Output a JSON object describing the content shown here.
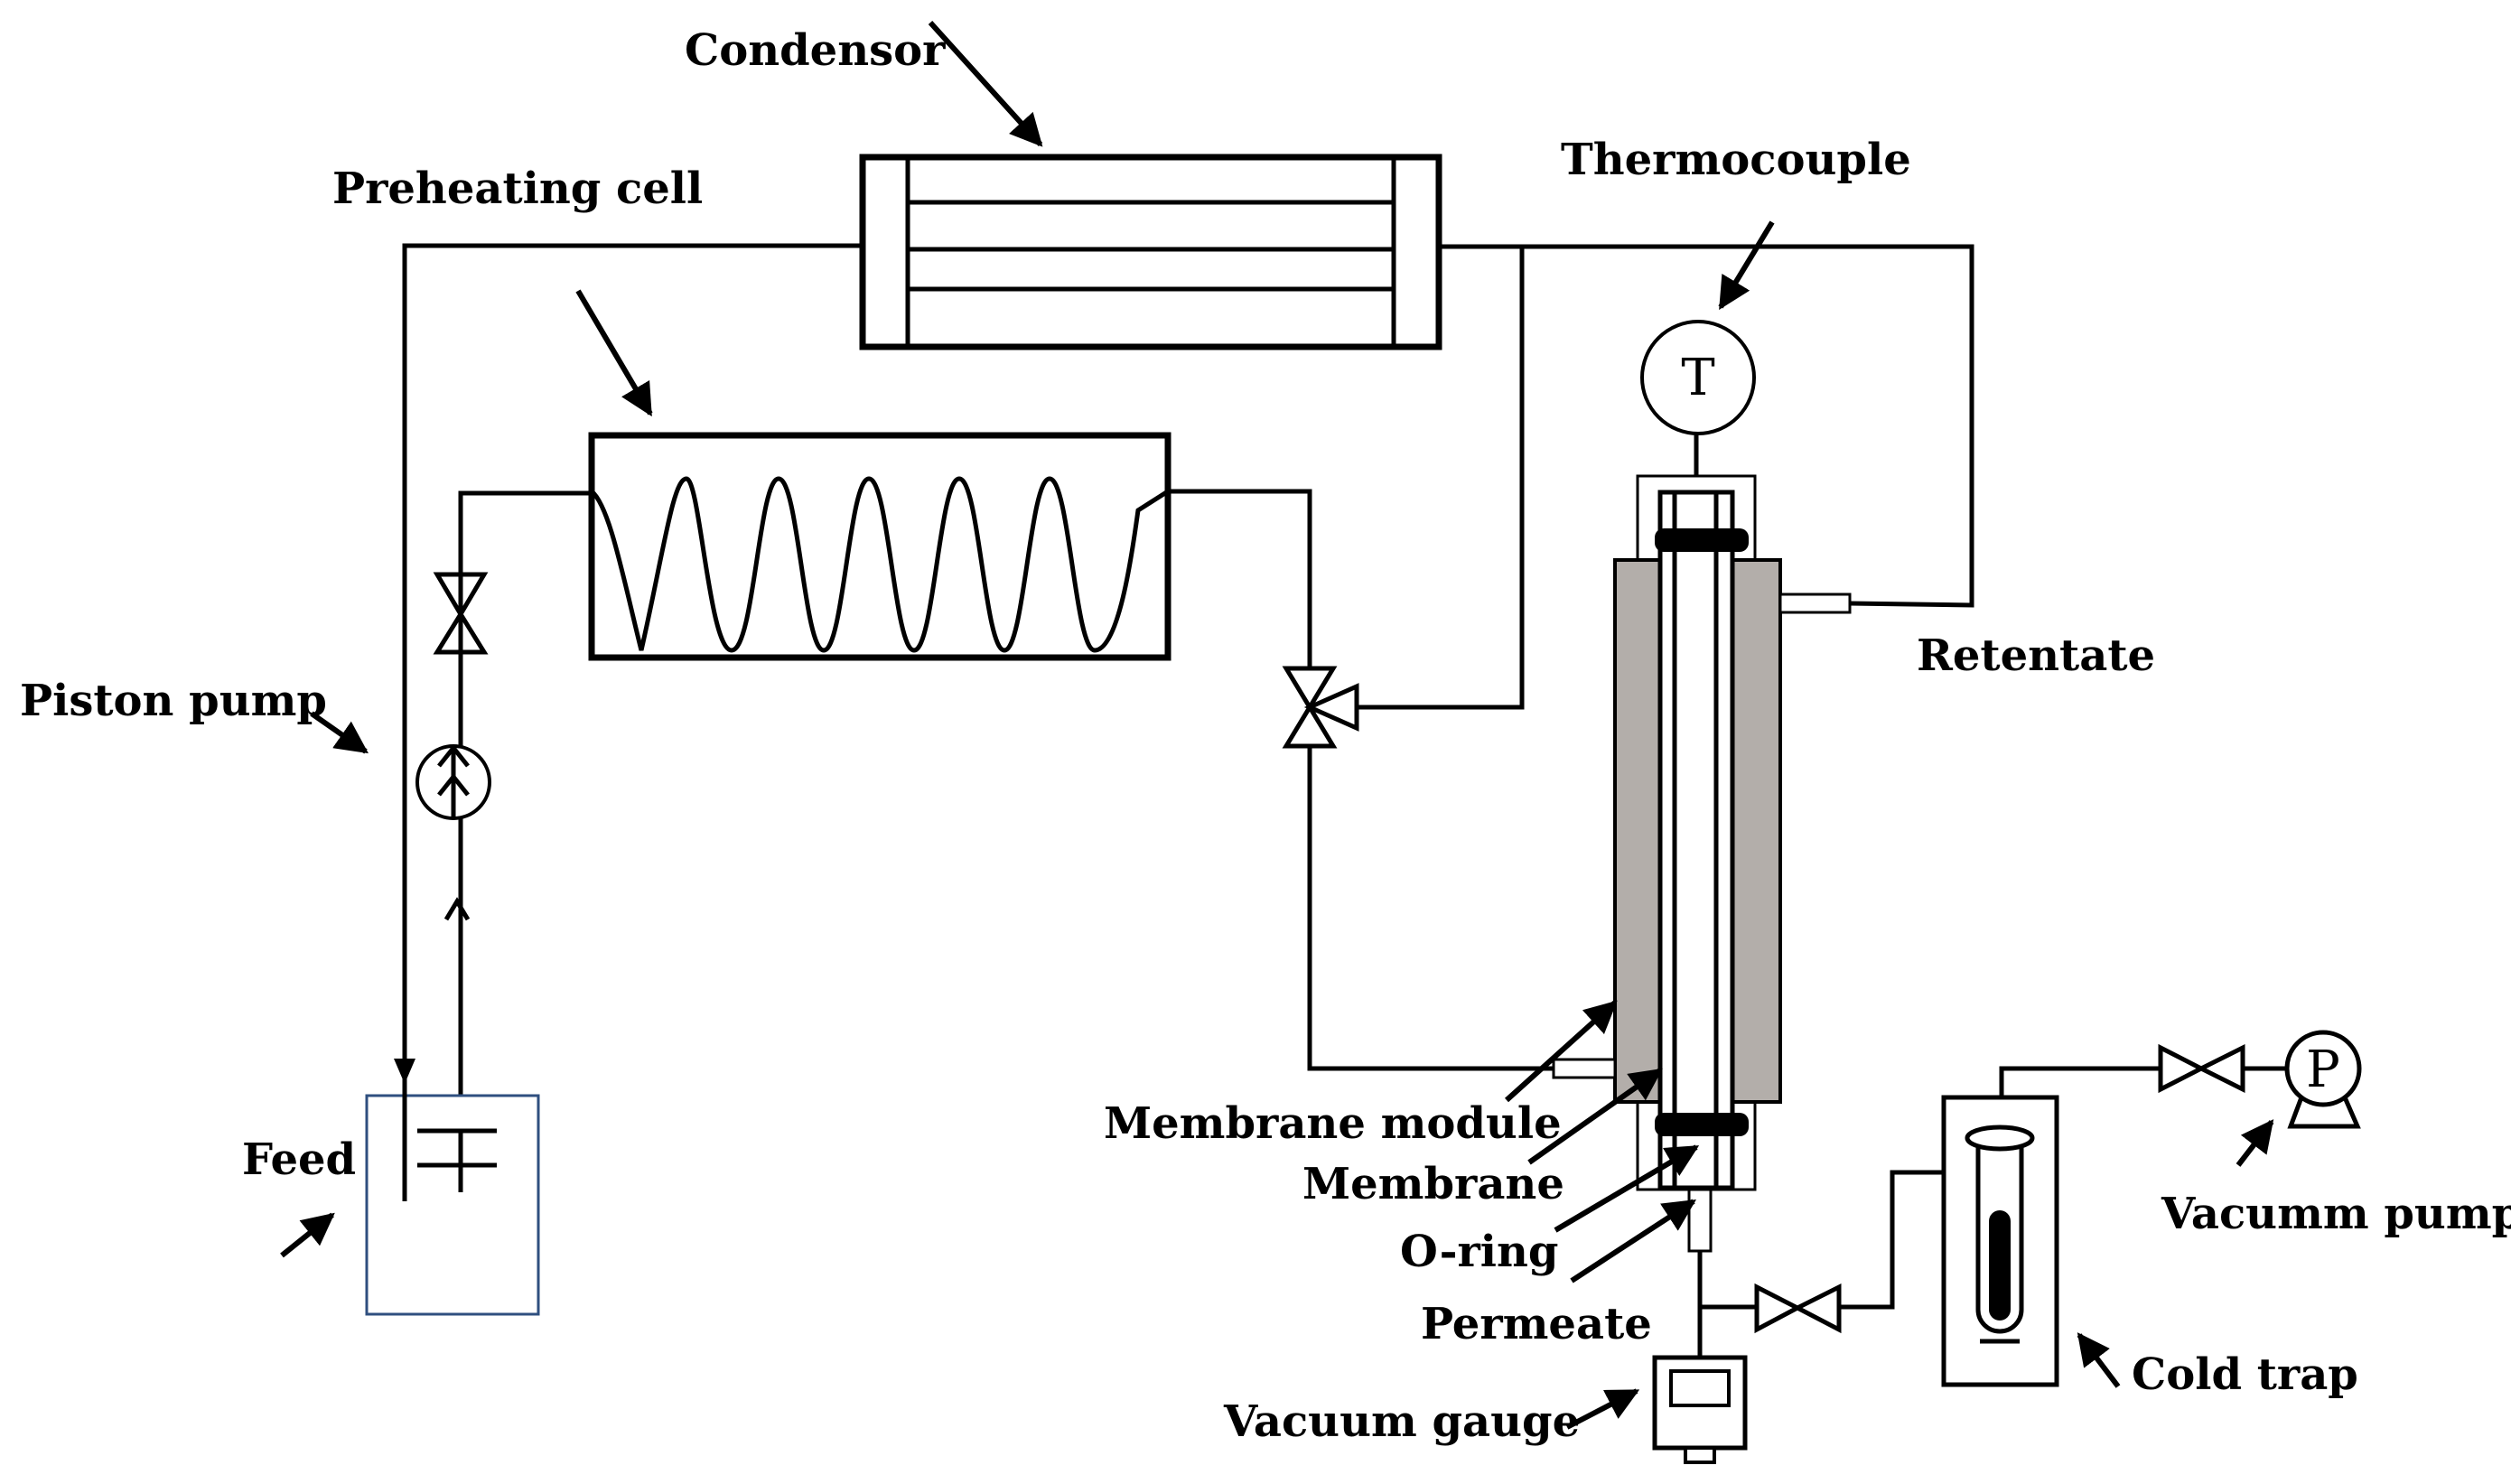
{
  "labels": {
    "condensor": "Condensor",
    "preheating_cell": "Preheating cell",
    "thermocouple": "Thermocouple",
    "retentate": "Retentate",
    "piston_pump": "Piston pump",
    "feed": "Feed",
    "membrane_module": "Membrane module",
    "membrane": "Membrane",
    "o_ring": "O-ring",
    "permeate": "Permeate",
    "vacumm_pump": "Vacumm pump",
    "cold_trap": "Cold trap",
    "vacuum_gauge": "Vacuum gauge"
  },
  "symbols": {
    "thermocouple": "T",
    "pump": "P"
  },
  "colors": {
    "line": "#000000",
    "module_fill": "#b3aeaa",
    "feed_border": "#2f4f7f"
  }
}
